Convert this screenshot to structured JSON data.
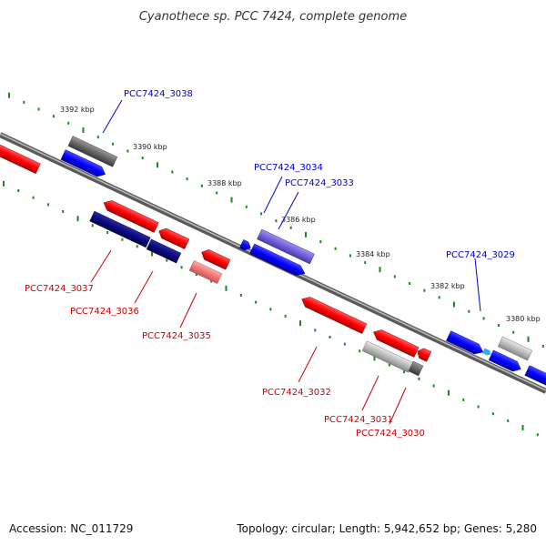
{
  "title": "Cyanothece sp. PCC 7424, complete genome",
  "ticks": [
    "3392 kbp",
    "3390 kbp",
    "3388 kbp",
    "3386 kbp",
    "3384 kbp",
    "3382 kbp",
    "3380 kbp"
  ],
  "genes": [
    {
      "id": "PCC7424_3038",
      "color": "#0000cc",
      "strand": "upper"
    },
    {
      "id": "PCC7424_3034",
      "color": "#0000cc",
      "strand": "upper"
    },
    {
      "id": "PCC7424_3033",
      "color": "#0000cc",
      "strand": "upper"
    },
    {
      "id": "PCC7424_3029",
      "color": "#0000cc",
      "strand": "upper"
    },
    {
      "id": "PCC7424_3037",
      "color": "#cc0000",
      "strand": "lower"
    },
    {
      "id": "PCC7424_3036",
      "color": "#cc0000",
      "strand": "lower"
    },
    {
      "id": "PCC7424_3035",
      "color": "#cc0000",
      "strand": "lower"
    },
    {
      "id": "PCC7424_3032",
      "color": "#cc0000",
      "strand": "lower"
    },
    {
      "id": "PCC7424_3031",
      "color": "#cc0000",
      "strand": "lower"
    },
    {
      "id": "PCC7424_3030",
      "color": "#cc0000",
      "strand": "lower"
    }
  ],
  "footer": {
    "accession": "Accession: NC_011729",
    "summary": "Topology: circular; Length: 5,942,652 bp; Genes: 5,280"
  }
}
